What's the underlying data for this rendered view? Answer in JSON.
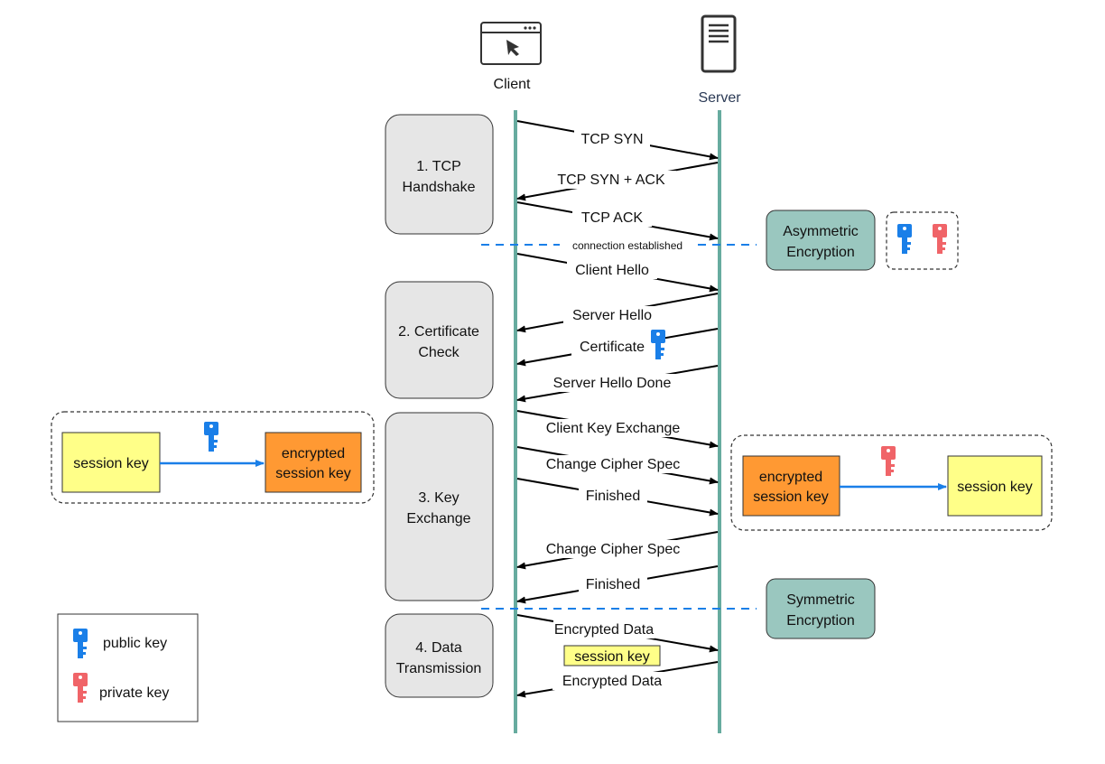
{
  "actors": {
    "client": "Client",
    "server": "Server"
  },
  "phases": [
    {
      "line1": "1. TCP",
      "line2": "Handshake"
    },
    {
      "line1": "2. Certificate",
      "line2": "Check"
    },
    {
      "line1": "3. Key",
      "line2": "Exchange"
    },
    {
      "line1": "4. Data",
      "line2": "Transmission"
    }
  ],
  "messages": [
    {
      "label": "TCP SYN",
      "dir": "to-server"
    },
    {
      "label": "TCP SYN + ACK",
      "dir": "to-client"
    },
    {
      "label": "TCP ACK",
      "dir": "to-server"
    },
    {
      "label": "Client Hello",
      "dir": "to-server"
    },
    {
      "label": "Server Hello",
      "dir": "to-client"
    },
    {
      "label": "Certificate",
      "dir": "to-client"
    },
    {
      "label": "Server Hello Done",
      "dir": "to-client"
    },
    {
      "label": "Client Key Exchange",
      "dir": "to-server"
    },
    {
      "label": "Change Cipher Spec",
      "dir": "to-server"
    },
    {
      "label": "Finished",
      "dir": "to-server"
    },
    {
      "label": "Change Cipher Spec",
      "dir": "to-client"
    },
    {
      "label": "Finished",
      "dir": "to-client"
    },
    {
      "label": "Encrypted  Data",
      "dir": "to-server"
    },
    {
      "label": "Encrypted Data",
      "dir": "to-client"
    }
  ],
  "separators": {
    "connection": "connection established"
  },
  "session_key_badge": "session key",
  "encryption_types": {
    "asymmetric": {
      "line1": "Asymmetric",
      "line2": "Encryption"
    },
    "symmetric": {
      "line1": "Symmetric",
      "line2": "Encryption"
    }
  },
  "client_side_box": {
    "from": "session key",
    "to_line1": "encrypted",
    "to_line2": "session key"
  },
  "server_side_box": {
    "from_line1": "encrypted",
    "from_line2": "session key",
    "to": "session key"
  },
  "legend": {
    "public": "public key",
    "private": "private key"
  },
  "colors": {
    "lifeline": "#67ab9f",
    "phase_box": "#e6e6e6",
    "encryption_box": "#9ac7bf",
    "public_key": "#1a7fe8",
    "private_key": "#f06468",
    "session_key": "#ffff88",
    "encrypted_session_key": "#ff9933",
    "dashed_line": "#1a7fe8"
  },
  "icons": {
    "client": "browser-window-icon",
    "server": "server-tower-icon",
    "public": "key-icon",
    "private": "key-icon"
  }
}
